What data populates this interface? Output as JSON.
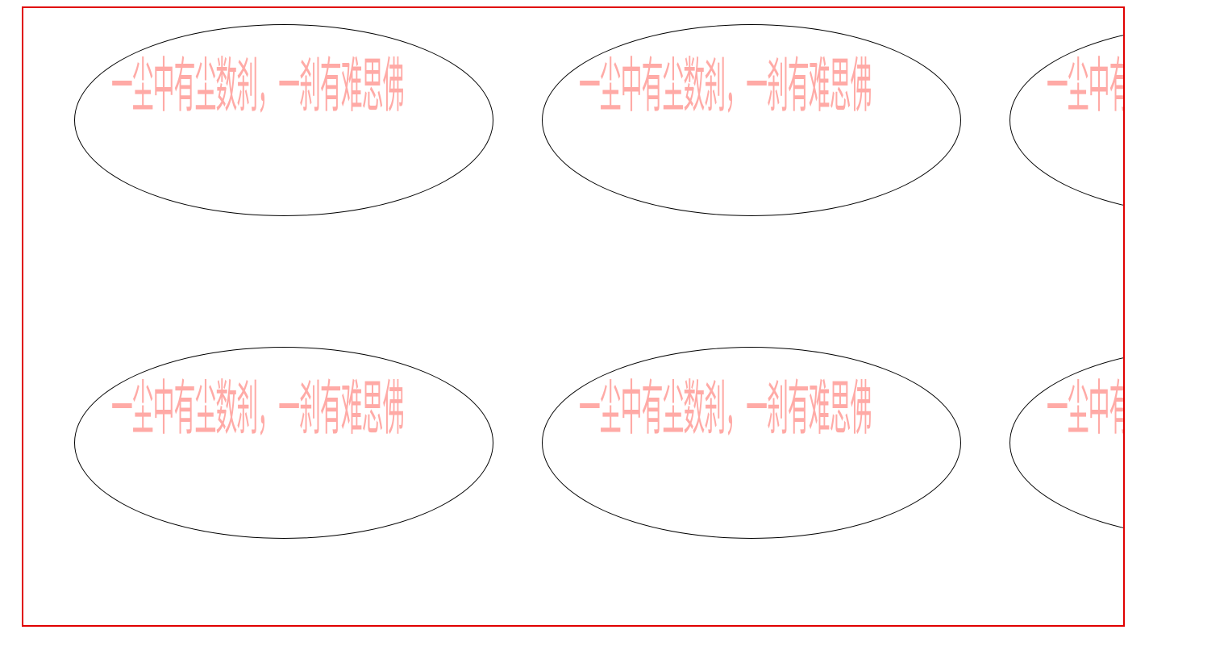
{
  "watermark": {
    "text": "一尘中有尘数刹，一刹有难思佛",
    "text_color": "#ffaaa6",
    "oval_border_color": "#000000",
    "frame_border_color": "#e00000",
    "tiles": [
      {
        "id": "r1c1"
      },
      {
        "id": "r1c2"
      },
      {
        "id": "r1c3"
      },
      {
        "id": "r2c1"
      },
      {
        "id": "r2c2"
      },
      {
        "id": "r2c3"
      }
    ]
  }
}
